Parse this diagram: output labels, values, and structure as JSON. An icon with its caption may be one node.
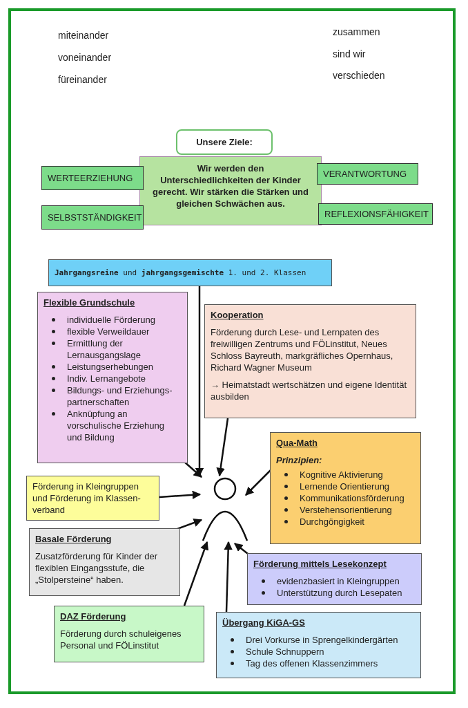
{
  "diagram": {
    "nodes": [
      {
        "text": [
          "Unsere Ziele:"
        ]
      },
      {
        "text": [
          "Wir werden den Unterschiedlichkeiten der Kinder gerecht. Wir stärken die Stärken und gleichen Schwächen aus."
        ]
      },
      {
        "text": [
          "WERTEERZIEHUNG"
        ]
      },
      {
        "text": [
          "SELBSTSTÄNDIGKEIT"
        ]
      },
      {
        "text": [
          "VERANTWORTUNG"
        ]
      },
      {
        "text": [
          "REFLEXIONSFÄHIGKEIT"
        ]
      },
      {
        "text": [
          "**Jahrgangsreine** und **jahrgangsgemischte** 1. und 2. Klassen"
        ]
      },
      {
        "text": [
          "Flexible Grundschule",
          "individuelle Förderung",
          "flexible Verweildauer",
          "Ermittlung der Lernausgangslage",
          "Leistungserhebungen",
          "Indiv. Lernangebote",
          "Bildungs- und Erziehungs-partnerschaften",
          "Anknüpfung an vorschulische Erziehung und Bildung"
        ]
      },
      {
        "text": [
          "Kooperation",
          "Förderung durch Lese- und Lernpaten des freiwilligen Zentrums und FÖLinstitut, Neues Schloss Bayreuth, markgräfliches Opernhaus, Richard Wagner Museum",
          "→ Heimatstadt wertschätzen und eigene Identität ausbilden"
        ]
      },
      {
        "text": [
          "Qua-Math",
          "Prinzipien:",
          "Kognitive Aktivierung",
          "Lernende Orientierung",
          "Kommunikationsförderung",
          "Verstehensorientierung",
          "Durchgöngigkeit"
        ]
      },
      {
        "text": [
          "Förderung in Kleingruppen und Förderung im Klassen-verband"
        ]
      },
      {
        "text": [],
        "shape": "person"
      },
      {
        "text": [
          "Basale Förderung",
          "Zusatzförderung für Kinder der flexiblen Eingangsstufe, die „Stolpersteine“ haben."
        ]
      },
      {
        "text": [
          "Förderung mittels Lesekonzept",
          "evidenzbasiert in Kleingruppen",
          "Unterstützung durch Lesepaten"
        ]
      },
      {
        "text": [
          "DAZ Förderung",
          "Förderung durch schuleigenes Personal und FÖLinstitut"
        ]
      },
      {
        "text": [
          "Übergang KiGA-GS",
          "Drei Vorkurse in Sprengelkindergärten",
          "Schule Schnuppern",
          "Tag des offenen Klassenzimmers"
        ]
      }
    ],
    "edges": [
      {
        "from": 6,
        "to": 11,
        "arrow": "to"
      },
      {
        "from": 7,
        "to": 11,
        "arrow": "to"
      },
      {
        "from": 8,
        "to": 11,
        "arrow": "to"
      },
      {
        "from": 9,
        "to": 11,
        "arrow": "to"
      },
      {
        "from": 10,
        "to": 11,
        "arrow": "to"
      },
      {
        "from": 12,
        "to": 11,
        "arrow": "to"
      },
      {
        "from": 13,
        "to": 11,
        "arrow": "to"
      },
      {
        "from": 14,
        "to": 11,
        "arrow": "to"
      },
      {
        "from": 15,
        "to": 11,
        "arrow": "to"
      }
    ],
    "labels": [
      "miteinander",
      "voneinander",
      "füreinander",
      "zusammen",
      "sind wir",
      "verschieden"
    ]
  }
}
